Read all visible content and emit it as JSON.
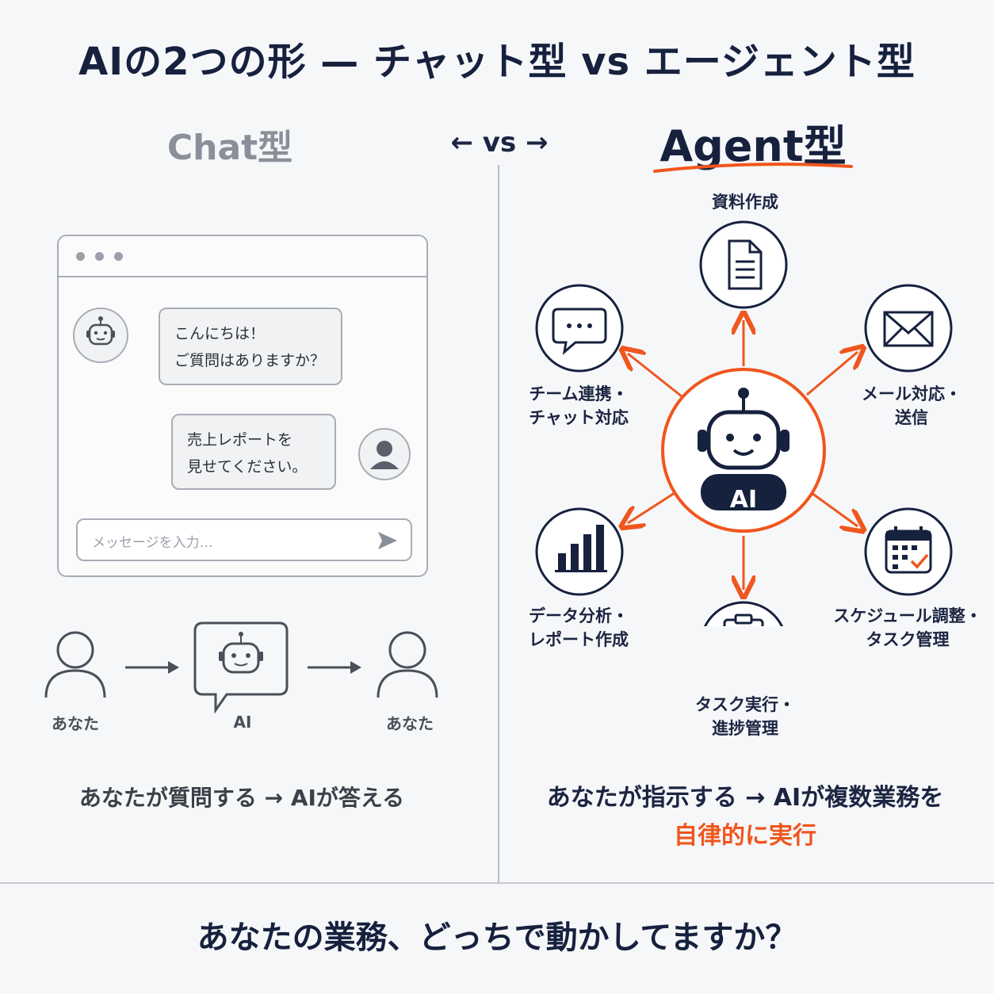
{
  "title": "AIの2つの形 — チャット型 vs エージェント型",
  "chat": {
    "heading": "Chat型",
    "bot_message": "こんにちは！\nご質問はありますか？",
    "user_message": "売上レポートを\n見せてください。",
    "input_placeholder": "メッセージを入力…",
    "flow": {
      "you_left": "あなた",
      "ai": "AI",
      "you_right": "あなた"
    },
    "caption": "あなたが質問する → AIが答える"
  },
  "vs_label": "← vs →",
  "agent": {
    "heading": "Agent型",
    "center_badge": "AI",
    "tasks": {
      "document": "資料作成",
      "chat": "チーム連携・\nチャット対応",
      "mail": "メール対応・\n送信",
      "data": "データ分析・\nレポート作成",
      "schedule": "スケジュール調整・\nタスク管理",
      "task": "タスク実行・\n進捗管理"
    },
    "caption_line1": "あなたが指示する → AIが複数業務を",
    "caption_highlight": "自律的に実行"
  },
  "bottom_question": "あなたの業務、どっちで動かしてますか？",
  "colors": {
    "navy": "#16213e",
    "accent": "#f0561d",
    "gray": "#8a8f99"
  },
  "icons": [
    "robot-icon",
    "user-icon",
    "send-icon",
    "document-icon",
    "chat-bubble-icon",
    "mail-icon",
    "bar-chart-icon",
    "calendar-icon",
    "checklist-icon",
    "arrow-icon"
  ]
}
